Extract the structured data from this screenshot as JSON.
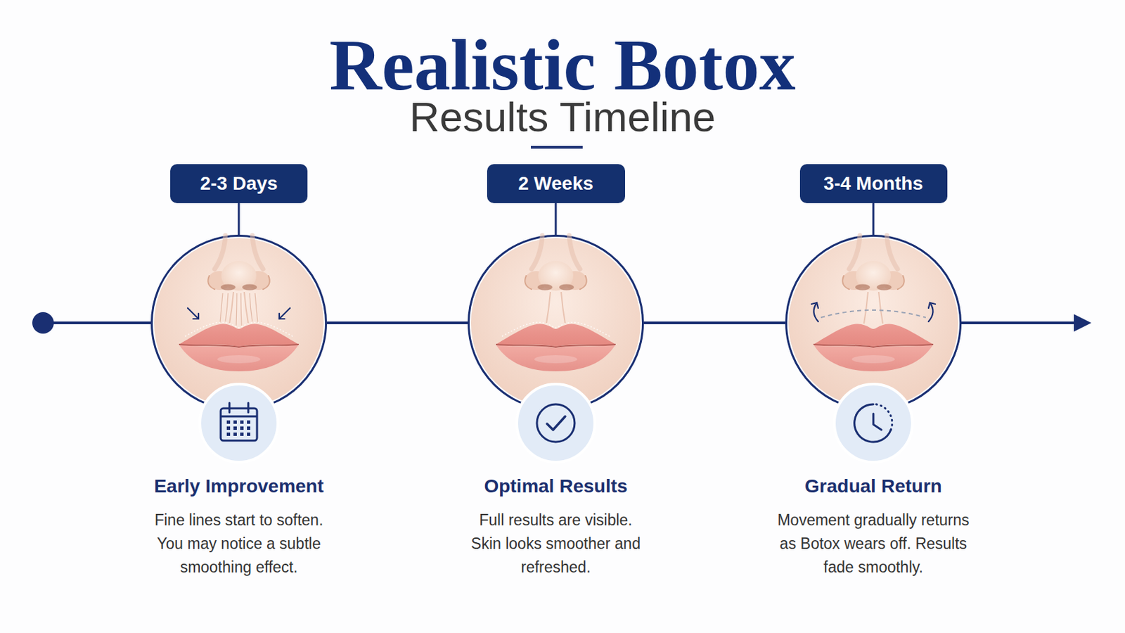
{
  "diagram": {
    "title": "Realistic Botox",
    "nodes": [
      {
        "text": [
          "2-3 Days"
        ]
      },
      {
        "text": [
          "Early Improvement",
          "Fine lines start to soften. You may notice a subtle smoothing effect."
        ]
      },
      {
        "text": [
          "2 Weeks"
        ]
      },
      {
        "text": [
          "Optimal Results",
          "Full results are visible. Skin looks smoother and refreshed."
        ]
      },
      {
        "text": [
          "3-4 Months"
        ]
      },
      {
        "text": [
          "Gradual Return",
          "Movement gradually returns as Botox wears off. Results fade smoothly."
        ]
      }
    ],
    "edges": [
      {
        "from": 0,
        "to": 1,
        "arrow": "none"
      },
      {
        "from": 2,
        "to": 3,
        "arrow": "none"
      },
      {
        "from": 4,
        "to": 5,
        "arrow": "none"
      },
      {
        "from": 1,
        "to": 3,
        "arrow": "none"
      },
      {
        "from": 3,
        "to": 5,
        "arrow": "none"
      }
    ],
    "labels": [
      "Results Timeline"
    ]
  }
}
